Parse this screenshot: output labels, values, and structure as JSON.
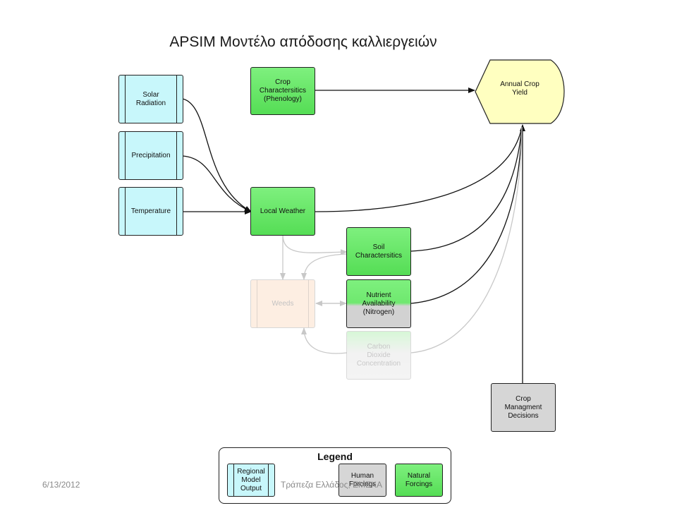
{
  "title": "APSIM Μοντέλο απόδοσης καλλιεργειών",
  "nodes": {
    "solar": "Solar\nRadiation",
    "precipitation": "Precipitation",
    "temperature": "Temperature",
    "crop_char": "Crop\nCharactersitics\n(Phenology)",
    "local_weather": "Local Weather",
    "soil": "Soil\nCharactersitics",
    "nutrient": "Nutrient\nAvailability\n(Nitrogen)",
    "weeds": "Weeds",
    "carbon": "Carbon\nDioxide\nConcentration",
    "yield": "Annual Crop\nYield",
    "crop_mgmt": "Crop\nManagment\nDecisions"
  },
  "legend": {
    "title": "Legend",
    "regional": "Regional\nModel\nOutput",
    "human": "Human\nForcings",
    "natural": "Natural\nForcings"
  },
  "colors": {
    "regional": "#c8f7fb",
    "natural": "#55dd55",
    "human": "#d6d6d6",
    "output": "#ffffc0"
  },
  "footer": {
    "date": "6/13/2012",
    "org": "Τράπεζα Ελλάδος, ΕΜΕΚΑ"
  }
}
